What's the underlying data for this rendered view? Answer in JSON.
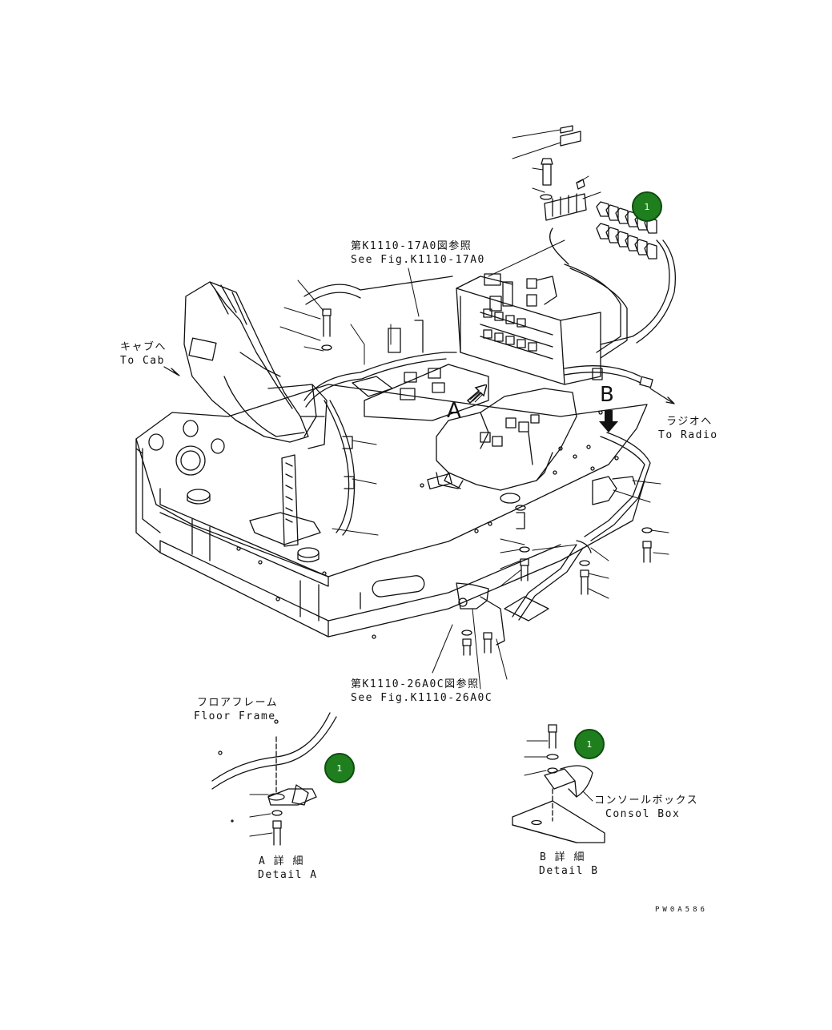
{
  "callouts": [
    "1",
    "1",
    "1"
  ],
  "labels": {
    "ref_top_ja": "第K1110-17A0図参照",
    "ref_top_en": "See Fig.K1110-17A0",
    "to_cab_ja": "キャブへ",
    "to_cab_en": "To Cab",
    "to_radio_ja": "ラジオへ",
    "to_radio_en": "To Radio",
    "ref_bottom_ja": "第K1110-26A0C図参照",
    "ref_bottom_en": "See Fig.K1110-26A0C",
    "floor_frame_ja": "フロアフレーム",
    "floor_frame_en": "Floor Frame",
    "console_box_ja": "コンソールボックス",
    "console_box_en": "Consol Box",
    "detail_a_ja": "A 詳 細",
    "detail_a_en": "Detail A",
    "detail_b_ja": "B 詳 細",
    "detail_b_en": "Detail B",
    "view_a": "A",
    "view_b": "B",
    "drawing_no": "PW0A586"
  }
}
